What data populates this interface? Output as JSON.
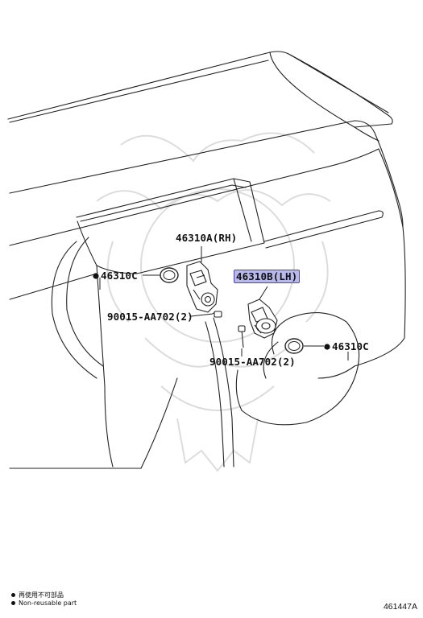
{
  "callouts": {
    "rh_part": "46310A(RH)",
    "lh_part": "46310B(LH)",
    "left_cap": "46310C",
    "right_cap": "46310C",
    "screw_upper": "90015-AA702(2)",
    "screw_lower": "90015-AA702(2)"
  },
  "legend": {
    "jp_text": "再使用不可部品",
    "en_text": "Non-reusable part"
  },
  "figure_number": "461447A",
  "colors": {
    "line": "#222222",
    "highlight_fill": "#b9b8ea",
    "highlight_border": "#4a48a8",
    "watermark": "#d9d9d9"
  }
}
